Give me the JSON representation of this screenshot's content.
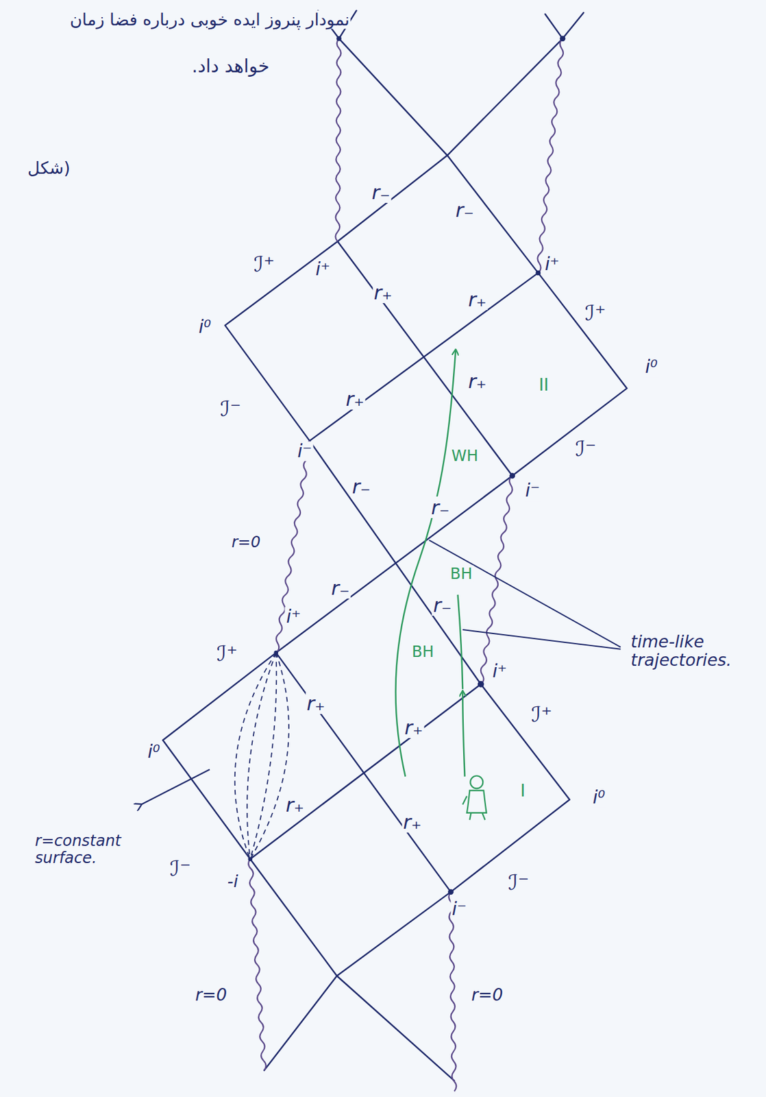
{
  "diagram": {
    "labels": [
      "نمودار پنروز ایده خوبی درباره فضا زمان",
      "خواهد داد.",
      "(شکل",
      "r₋",
      "r₋",
      "ℐ⁺",
      "i⁺",
      "r₊",
      "r₊",
      "i⁺",
      "ℐ⁺",
      "i⁰",
      "i⁰",
      "ℐ⁻",
      "r₊",
      "r₊",
      "II",
      "WH",
      "i⁻",
      "ℐ⁻",
      "i⁻",
      "r₋",
      "r₋",
      "r=0",
      "BH",
      "r₋",
      "r₋",
      "i⁺",
      "BH",
      "time-like trajectories.",
      "ℐ⁺",
      "i⁺",
      "ℐ⁺",
      "i⁰",
      "r₊",
      "r₊",
      "r₊",
      "r₊",
      "I",
      "i⁰",
      "r=constant surface.",
      "ℐ⁻",
      "-i",
      "ℐ⁻",
      "i⁻",
      "r=0",
      "r=0"
    ]
  }
}
